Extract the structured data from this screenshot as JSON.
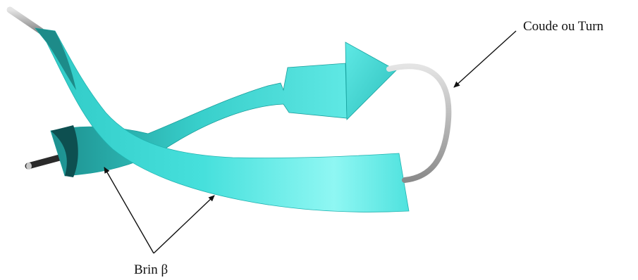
{
  "labels": {
    "turn": "Coude ou Turn",
    "strand": "Brin β"
  },
  "colors": {
    "background": "#ffffff",
    "ribbon_light": "#6ef0ec",
    "ribbon_mid": "#3cd6d2",
    "ribbon_dark": "#0d4f50",
    "coil": "#b8b8b8",
    "arrow": "#111111"
  },
  "parts": [
    "beta-strand-front",
    "beta-strand-back",
    "arrowhead",
    "turn-coil",
    "n-terminus-coil",
    "c-terminus-coil"
  ]
}
